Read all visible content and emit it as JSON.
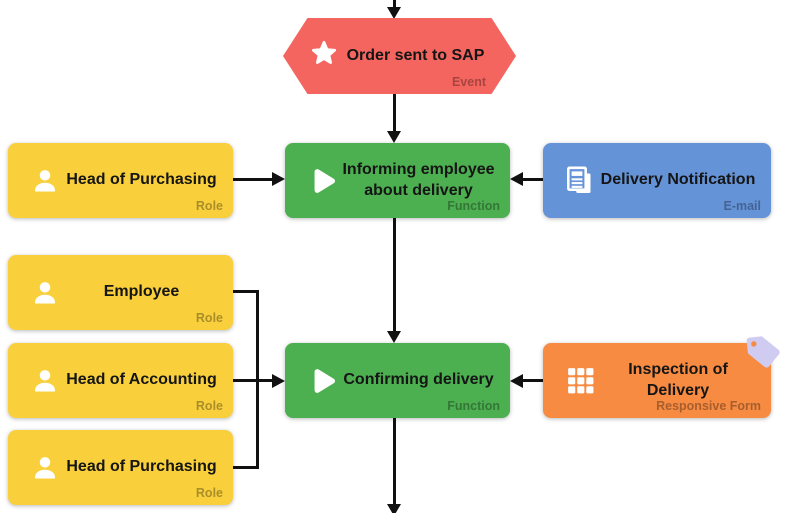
{
  "nodes": {
    "event1": {
      "title": "Order sent to SAP",
      "type": "Event"
    },
    "role1": {
      "title": "Head of Purchasing",
      "type": "Role"
    },
    "function1": {
      "title": "Informing employee\nabout delivery",
      "type": "Function"
    },
    "email1": {
      "title": "Delivery Notification",
      "type": "E-mail"
    },
    "role2": {
      "title": "Employee",
      "type": "Role"
    },
    "role3": {
      "title": "Head of Accounting",
      "type": "Role"
    },
    "role4": {
      "title": "Head of Purchasing",
      "type": "Role"
    },
    "function2": {
      "title": "Confirming delivery",
      "type": "Function"
    },
    "form1": {
      "title": "Inspection of\nDelivery",
      "type": "Responsive Form"
    }
  },
  "colors": {
    "event": "#F5655F",
    "function": "#4CAF50",
    "role": "#F9D03C",
    "email": "#6593D8",
    "form": "#F78B42",
    "tag_badge": "#CFCBF1",
    "connector": "#111111"
  },
  "icons": {
    "event1": "star-icon",
    "role": "person-icon",
    "function": "play-icon",
    "email1": "pages-icon",
    "form1": "grid-icon",
    "form1_badge": "tag-icon"
  }
}
